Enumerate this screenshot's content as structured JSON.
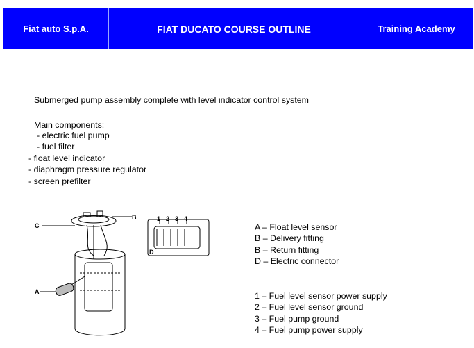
{
  "header": {
    "left": "Fiat auto S.p.A.",
    "center": "FIAT DUCATO COURSE OUTLINE",
    "right": "Training Academy"
  },
  "intro": "Submerged pump assembly complete with level indicator control system",
  "components": {
    "title": "Main components:",
    "items": [
      "- electric fuel pump",
      "- fuel filter",
      "- float level indicator",
      "- diaphragm pressure regulator",
      "- screen prefilter"
    ]
  },
  "diagram": {
    "labels": [
      "A",
      "B",
      "C",
      "D",
      "1",
      "2",
      "3",
      "4"
    ]
  },
  "legend_letters": [
    "A – Float level sensor",
    "B – Delivery fitting",
    "B – Return fitting",
    "D – Electric connector"
  ],
  "legend_numbers": [
    "1 – Fuel level sensor power supply",
    "2 – Fuel level sensor ground",
    "3 – Fuel pump ground",
    "4 – Fuel pump power supply"
  ]
}
